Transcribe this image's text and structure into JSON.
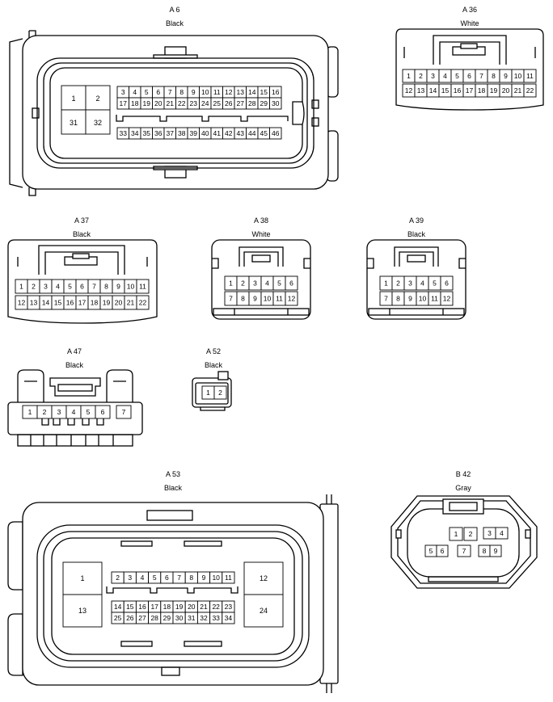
{
  "connectors": [
    {
      "id": "a6",
      "name": "A 6",
      "color": "Black",
      "pins_big": [
        "1",
        "2",
        "31",
        "32"
      ],
      "row1": [
        "3",
        "4",
        "5",
        "6",
        "7",
        "8",
        "9",
        "10",
        "11",
        "12",
        "13",
        "14",
        "15",
        "16"
      ],
      "row2": [
        "17",
        "18",
        "19",
        "20",
        "21",
        "22",
        "23",
        "24",
        "25",
        "26",
        "27",
        "28",
        "29",
        "30"
      ],
      "row3": [
        "33",
        "34",
        "35",
        "36",
        "37",
        "38",
        "39",
        "40",
        "41",
        "42",
        "43",
        "44",
        "45",
        "46"
      ]
    },
    {
      "id": "a36",
      "name": "A 36",
      "color": "White",
      "row1": [
        "1",
        "2",
        "3",
        "4",
        "5",
        "6",
        "7",
        "8",
        "9",
        "10",
        "11"
      ],
      "row2": [
        "12",
        "13",
        "14",
        "15",
        "16",
        "17",
        "18",
        "19",
        "20",
        "21",
        "22"
      ]
    },
    {
      "id": "a37",
      "name": "A 37",
      "color": "Black",
      "row1": [
        "1",
        "2",
        "3",
        "4",
        "5",
        "6",
        "7",
        "8",
        "9",
        "10",
        "11"
      ],
      "row2": [
        "12",
        "13",
        "14",
        "15",
        "16",
        "17",
        "18",
        "19",
        "20",
        "21",
        "22"
      ]
    },
    {
      "id": "a38",
      "name": "A 38",
      "color": "White",
      "row1": [
        "1",
        "2",
        "3",
        "4",
        "5",
        "6"
      ],
      "row2": [
        "7",
        "8",
        "9",
        "10",
        "11",
        "12"
      ]
    },
    {
      "id": "a39",
      "name": "A 39",
      "color": "Black",
      "row1": [
        "1",
        "2",
        "3",
        "4",
        "5",
        "6"
      ],
      "row2": [
        "7",
        "8",
        "9",
        "10",
        "11",
        "12"
      ]
    },
    {
      "id": "a47",
      "name": "A 47",
      "color": "Black",
      "row1": [
        "1",
        "2",
        "3",
        "4",
        "5",
        "6",
        "7"
      ]
    },
    {
      "id": "a52",
      "name": "A 52",
      "color": "Black",
      "row1": [
        "1",
        "2"
      ]
    },
    {
      "id": "a53",
      "name": "A 53",
      "color": "Black",
      "pins_big": [
        "1",
        "12",
        "13",
        "24"
      ],
      "row1": [
        "2",
        "3",
        "4",
        "5",
        "6",
        "7",
        "8",
        "9",
        "10",
        "11"
      ],
      "row2": [
        "14",
        "15",
        "16",
        "17",
        "18",
        "19",
        "20",
        "21",
        "22",
        "23"
      ],
      "row3": [
        "25",
        "26",
        "27",
        "28",
        "29",
        "30",
        "31",
        "32",
        "33",
        "34"
      ]
    },
    {
      "id": "b42",
      "name": "B 42",
      "color": "Gray",
      "row1": [
        "1",
        "2",
        "3",
        "4"
      ],
      "row2": [
        "5",
        "6",
        "7",
        "8",
        "9"
      ]
    }
  ]
}
